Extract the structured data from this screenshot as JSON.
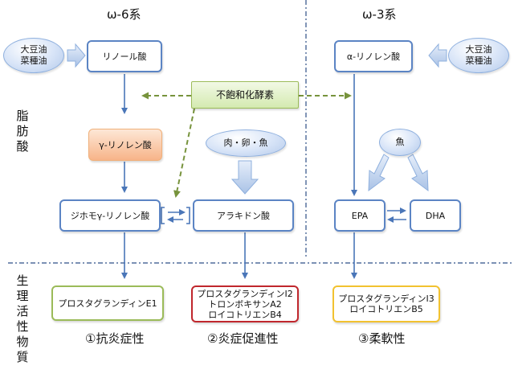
{
  "headers": {
    "omega6": "ω-6系",
    "omega3": "ω-3系"
  },
  "side_labels": {
    "fatty_acid": [
      "脂",
      "肪",
      "酸"
    ],
    "bioactive": [
      "生",
      "理",
      "活",
      "性",
      "物",
      "質"
    ]
  },
  "sources": {
    "left_oil_line1": "大豆油",
    "left_oil_line2": "菜種油",
    "right_oil_line1": "大豆油",
    "right_oil_line2": "菜種油",
    "meat_egg_fish": "肉・卵・魚",
    "fish": "魚"
  },
  "boxes": {
    "linoleic": "リノール酸",
    "alpha_linolenic": "α-リノレン酸",
    "enzyme": "不飽和化酵素",
    "gamma_linolenic": "γ-リノレン酸",
    "dihomo_gamma": "ジホモγ-リノレン酸",
    "arachidonic": "アラキドン酸",
    "epa": "EPA",
    "dha": "DHA"
  },
  "products": {
    "pg_e1": "プロスタグランディンE1",
    "pg_i2": "プロスタグランディンI2",
    "txa2": "トロンボキサンA2",
    "ltb4": "ロイコトリエンB4",
    "pg_i3": "プロスタグランディンI3",
    "ltb5": "ロイコトリエンB5"
  },
  "results": {
    "anti_inflammatory": "①抗炎症性",
    "pro_inflammatory": "②炎症促進性",
    "flexibility": "③柔軟性"
  }
}
